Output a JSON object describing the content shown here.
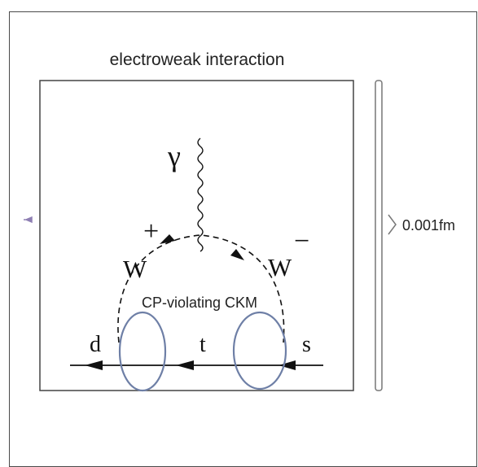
{
  "diagram": {
    "title": "electroweak interaction",
    "scale_label": "0.001fm",
    "photon_label": "γ",
    "w_plus_label": "W",
    "w_plus_sign": "+",
    "w_minus_label": "W",
    "w_minus_sign": "−",
    "vertex_label": "CP-violating CKM",
    "quark_left": "d",
    "quark_middle": "t",
    "quark_right": "s",
    "colors": {
      "line": "#111111",
      "box": "#444444",
      "circle": "#6e7fa6",
      "bracket": "#777777",
      "arrow_marker": "#8e7fb3"
    }
  }
}
